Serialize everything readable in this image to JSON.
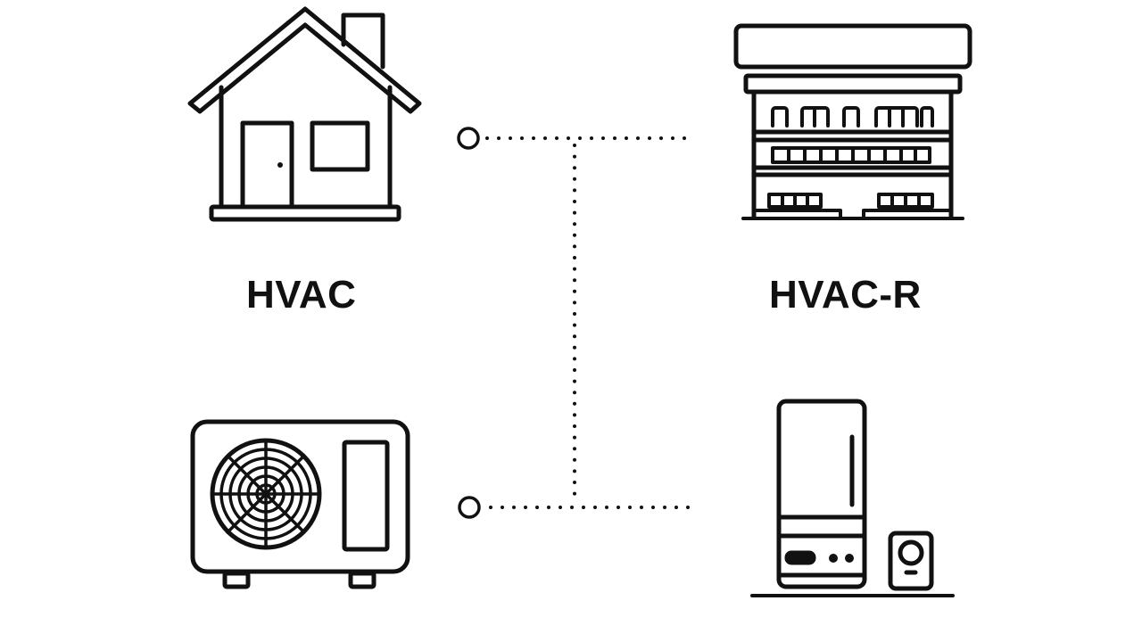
{
  "diagram": {
    "labels": {
      "left": "HVAC",
      "right": "HVAC-R"
    },
    "icons": {
      "top_left": "house-icon",
      "top_right": "commercial-building-icon",
      "bottom_left": "outdoor-ac-unit-icon",
      "bottom_right": "refrigerator-icon"
    },
    "connector_style": "dotted",
    "line_color": "#111111",
    "background_color": "#ffffff"
  }
}
